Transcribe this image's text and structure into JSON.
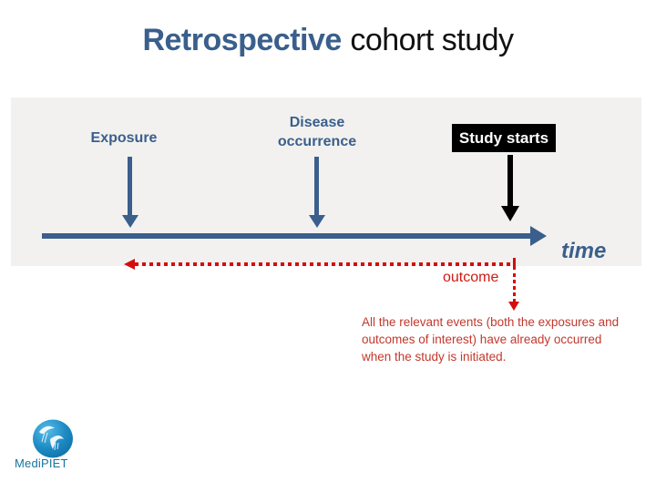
{
  "title": {
    "highlight": "Retrospective",
    "rest": "cohort study"
  },
  "diagram": {
    "exposure_label": "Exposure",
    "disease_label": "Disease occurrence",
    "study_starts_label": "Study starts",
    "time_label": "time",
    "outcome_label": "outcome",
    "note": "All the relevant events (both the exposures and outcomes of interest) have already occurred when the study is initiated."
  },
  "branding": {
    "logo_text": "MediPIET"
  },
  "colors": {
    "accent_blue": "#3A5F8C",
    "arrow_red": "#D40D0D",
    "note_red": "#C2382C",
    "panel_gray": "#F2F1EF",
    "study_box_bg": "#000000",
    "study_box_text": "#FFFFFF"
  }
}
